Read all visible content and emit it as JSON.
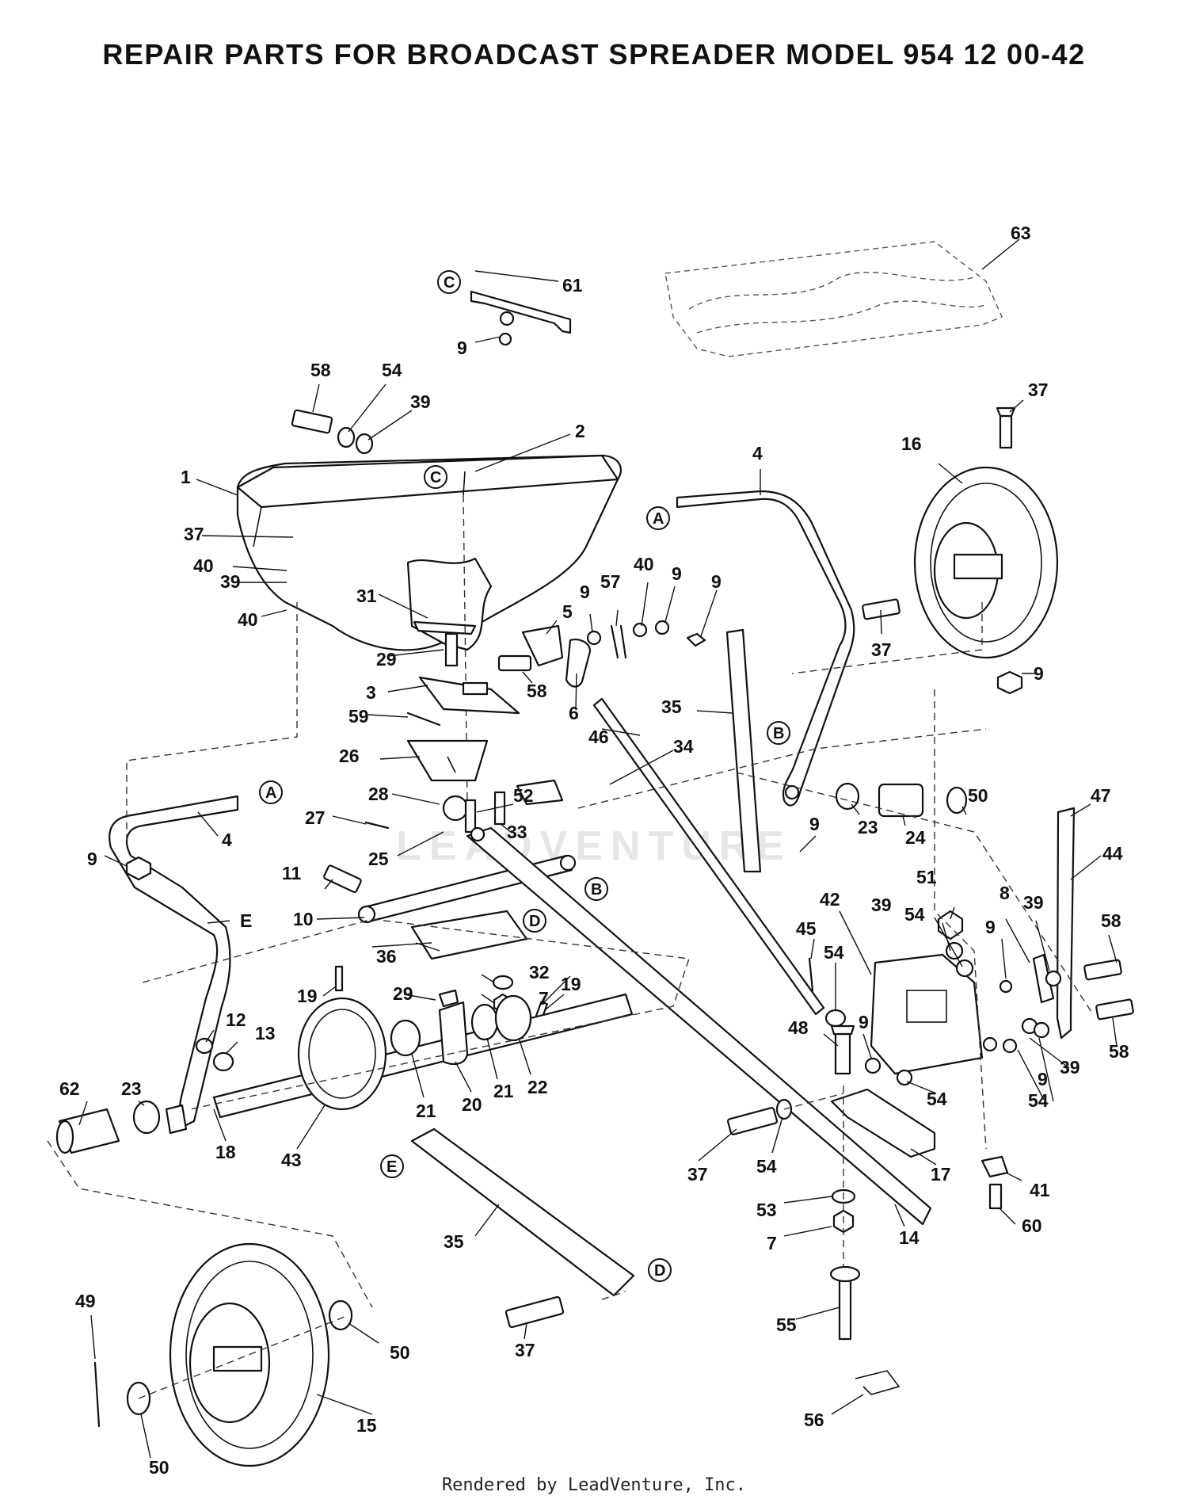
{
  "title": "REPAIR PARTS FOR BROADCAST SPREADER MODEL 954 12 00-42",
  "footer": "Rendered by LeadVenture, Inc.",
  "watermark": "LEADVENTURE",
  "reference_letters": [
    "A",
    "B",
    "C",
    "D",
    "E"
  ],
  "callouts": [
    "1",
    "2",
    "3",
    "4",
    "5",
    "6",
    "7",
    "8",
    "9",
    "10",
    "11",
    "12",
    "13",
    "14",
    "15",
    "16",
    "17",
    "18",
    "19",
    "20",
    "21",
    "22",
    "23",
    "24",
    "25",
    "26",
    "27",
    "28",
    "29",
    "31",
    "32",
    "33",
    "34",
    "35",
    "36",
    "37",
    "39",
    "40",
    "41",
    "42",
    "43",
    "44",
    "45",
    "46",
    "47",
    "48",
    "49",
    "50",
    "51",
    "52",
    "53",
    "54",
    "55",
    "56",
    "57",
    "58",
    "59",
    "60",
    "61",
    "62",
    "63"
  ]
}
